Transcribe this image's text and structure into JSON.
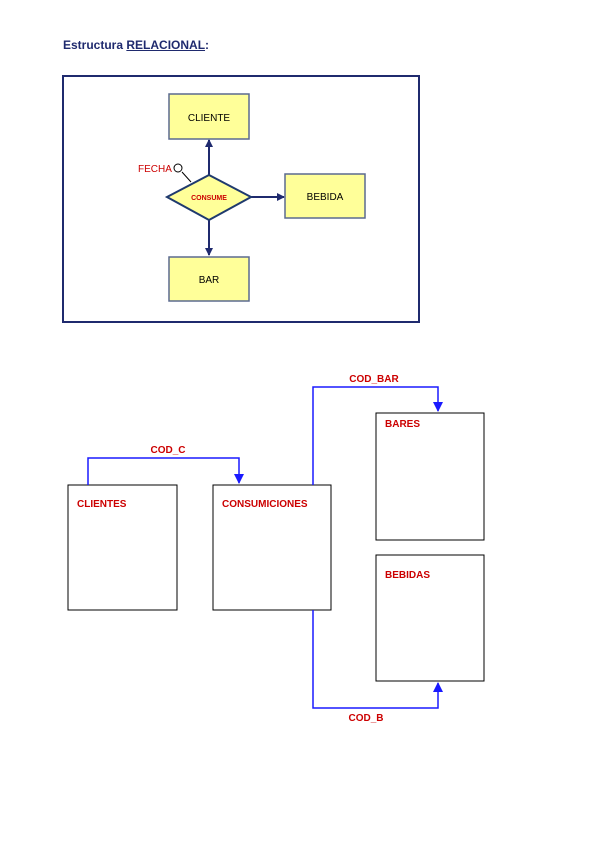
{
  "heading": {
    "prefix": "Estructura ",
    "underlined": "RELACIONAL",
    "suffix": ":"
  },
  "er_diagram": {
    "entities": {
      "cliente": "CLIENTE",
      "bebida": "BEBIDA",
      "bar": "BAR"
    },
    "relationship": "CONSUME",
    "attribute": "FECHA"
  },
  "relational_diagram": {
    "tables": {
      "clientes": "CLIENTES",
      "consumiciones": "CONSUMICIONES",
      "bares": "BARES",
      "bebidas": "BEBIDAS"
    },
    "keys": {
      "cod_c": "COD_C",
      "cod_bar": "COD_BAR",
      "cod_b": "COD_B"
    }
  },
  "colors": {
    "title": "#1f2a6e",
    "frame": "#1f2a6e",
    "entity_fill": "#ffff99",
    "entity_border": "#5b6a8f",
    "relation_fill": "#ffff99",
    "relation_border": "#1f3a6e",
    "relation_text": "#cc0000",
    "attribute_text": "#cc0000",
    "arrow": "#1f2a6e",
    "table_label": "#cc0000",
    "connector": "#1a1aff",
    "key_label": "#cc0000"
  }
}
